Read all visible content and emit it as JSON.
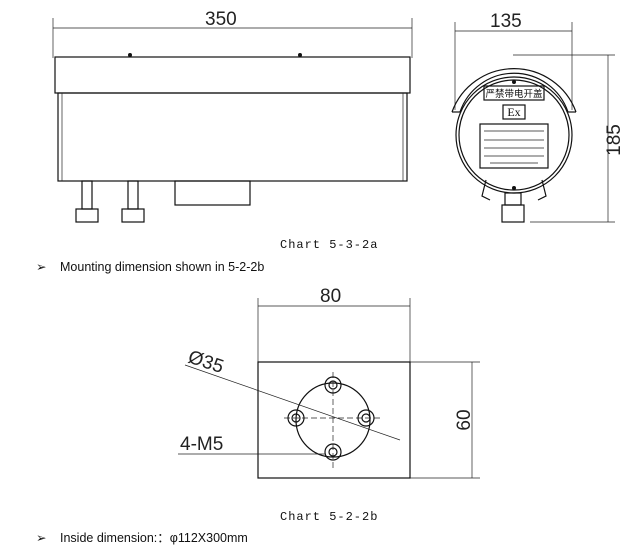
{
  "figure_a": {
    "width_dim": "350",
    "side_width_dim": "135",
    "side_height_dim": "185",
    "warning_label": "严禁带电开盖",
    "ex_mark": "Ex",
    "caption": "Chart 5-3-2a"
  },
  "bullet_1": {
    "symbol": "➢",
    "text": "Mounting dimension shown in 5-2-2b"
  },
  "figure_b": {
    "width_dim": "80",
    "height_dim": "60",
    "circle_dim": "Ø35",
    "holes_label": "4-M5",
    "caption": "Chart 5-2-2b"
  },
  "bullet_2": {
    "symbol": "➢",
    "text": "Inside dimension:：φ112X300mm"
  }
}
